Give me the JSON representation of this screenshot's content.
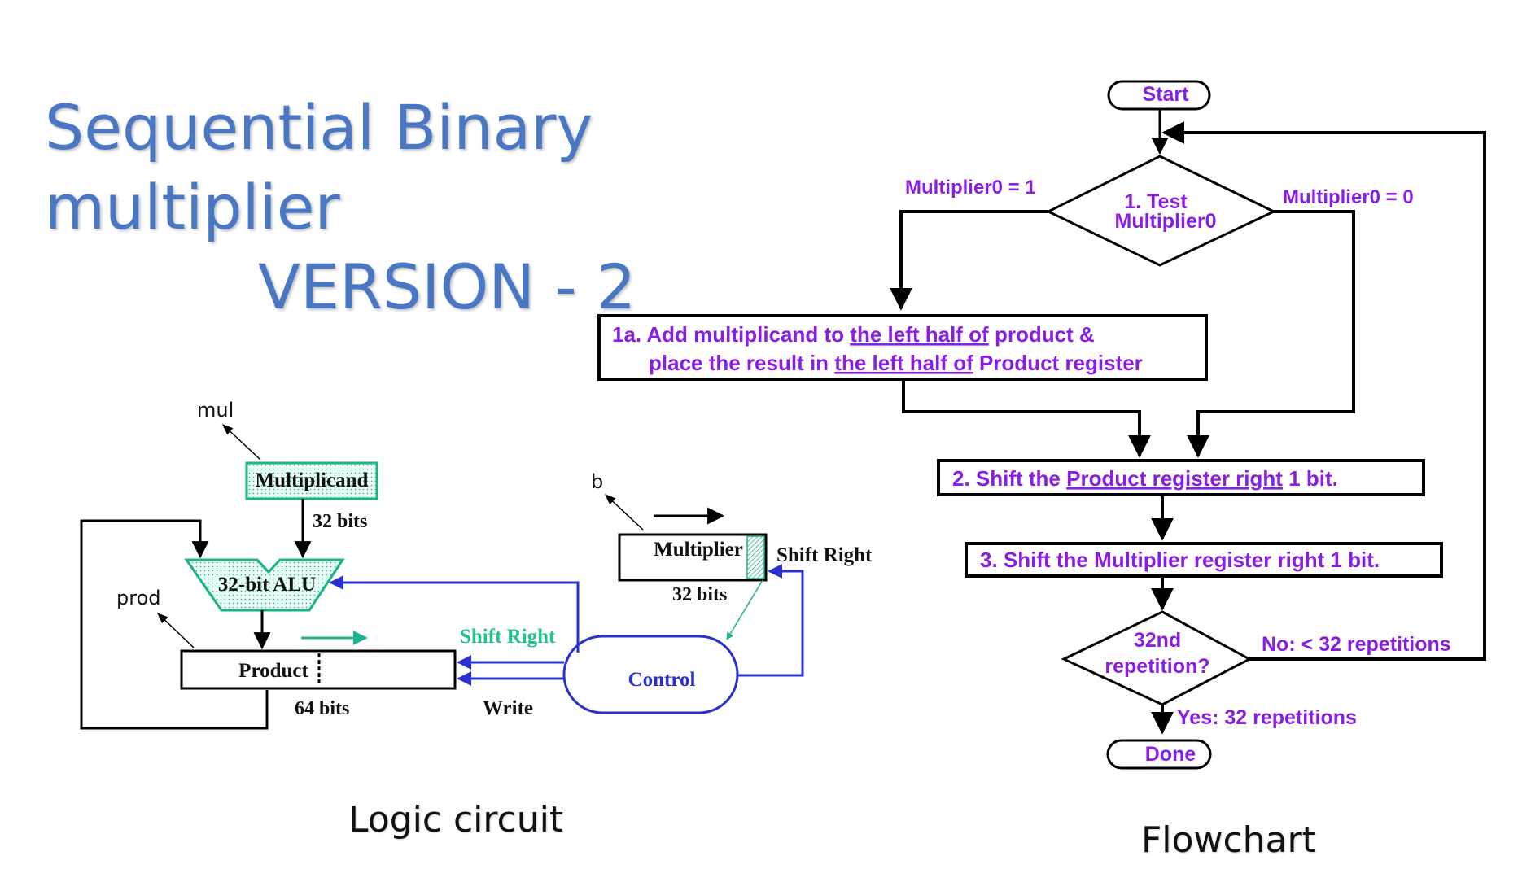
{
  "title": {
    "line1": "Sequential Binary multiplier",
    "line2": "VERSION - 2"
  },
  "captions": {
    "logic": "Logic circuit",
    "flow": "Flowchart"
  },
  "circuit": {
    "multiplicand": "Multiplicand",
    "mul_label": "mul",
    "bits_32_top": "32 bits",
    "alu": "32-bit ALU",
    "prod_label": "prod",
    "product": "Product",
    "bits_64": "64 bits",
    "shift_right_green": "Shift Right",
    "write": "Write",
    "control": "Control",
    "b_label": "b",
    "multiplier": "Multiplier",
    "bits_32_mult": "32 bits",
    "shift_right_black": "Shift Right"
  },
  "flowchart": {
    "start": "Start",
    "test_line1": "1. Test",
    "test_line2": "Multiplier0",
    "branch_left": "Multiplier0 = 1",
    "branch_right": "Multiplier0 = 0",
    "step1a_p1": "1a. Add multiplicand to ",
    "step1a_u1": "the left half of",
    "step1a_p2": " product &",
    "step1a_p3": "place the result in ",
    "step1a_u2": "the left half of",
    "step1a_p4": " Product register",
    "step2_p1": "2. Shift the ",
    "step2_u": "Product register right",
    "step2_p2": " 1 bit.",
    "step3": "3. Shift the Multiplier register right 1 bit.",
    "rep_line1": "32nd",
    "rep_line2": "repetition?",
    "no_label": "No: < 32 repetitions",
    "yes_label": "Yes: 32 repetitions",
    "done": "Done"
  },
  "colors": {
    "title": "#4a77c4",
    "flow_text": "#8a1ee0",
    "teal": "#1bb38a",
    "blue": "#2a2fd0",
    "green_text": "#1fc48c"
  }
}
